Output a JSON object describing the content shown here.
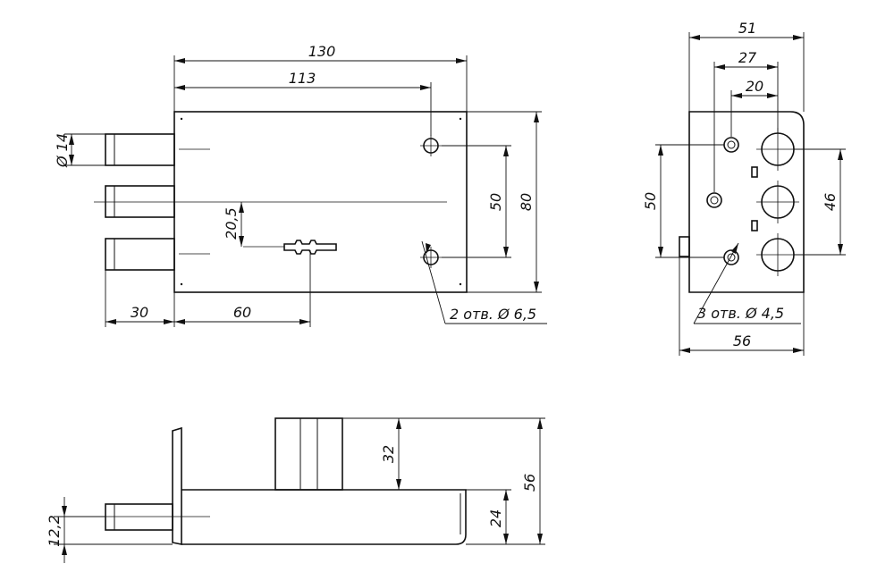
{
  "front_view": {
    "overall_length": "130",
    "hole_offset": "113",
    "pin_diameter": "Ø 14",
    "keyhole_offset": "20,5",
    "hole_spacing": "50",
    "height": "80",
    "pin_projection": "30",
    "key_position": "60",
    "holes_note": "2 отв. Ø 6,5"
  },
  "side_view": {
    "width": "51",
    "dim_27": "27",
    "dim_20": "20",
    "hole_spacing": "50",
    "pin_spacing": "46",
    "holes_note": "3 отв. Ø 4,5",
    "overall_width": "56"
  },
  "bottom_view": {
    "case_height": "32",
    "overall_height": "56",
    "pin_height": "12,2",
    "base_height": "24"
  }
}
